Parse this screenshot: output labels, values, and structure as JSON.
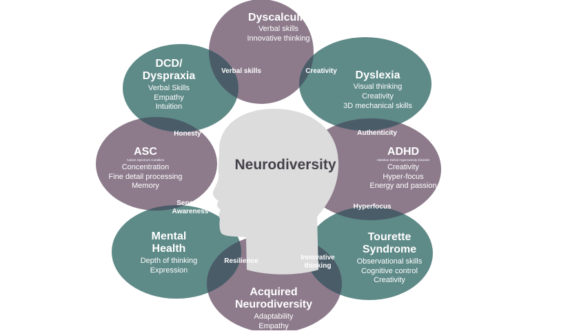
{
  "colors": {
    "purple": "#8d7b8c",
    "teal": "#5e8a88",
    "overlap": "#4a5c68",
    "head": "#dcdcdc",
    "text": "#ffffff",
    "center_text": "#45414a"
  },
  "center": {
    "label": "Neurodiversity"
  },
  "petals": [
    {
      "id": "dyscalculia",
      "title": [
        "Dyscalculia"
      ],
      "traits": [
        "Verbal skills",
        "Innovative thinking"
      ]
    },
    {
      "id": "dyslexia",
      "title": [
        "Dyslexia"
      ],
      "traits": [
        "Visual thinking",
        "Creativity",
        "3D mechanical skills"
      ]
    },
    {
      "id": "adhd",
      "title": [
        "ADHD"
      ],
      "subtitle": "Attention Deficit Hyperactivity Disorder",
      "traits": [
        "Creativity",
        "Hyper-focus",
        "Energy and passion"
      ]
    },
    {
      "id": "tourette",
      "title": [
        "Tourette",
        "Syndrome"
      ],
      "traits": [
        "Observational skills",
        "Cognitive control",
        "Creativity"
      ]
    },
    {
      "id": "acquired",
      "title": [
        "Acquired",
        "Neurodiversity"
      ],
      "traits": [
        "Adaptability",
        "Empathy"
      ]
    },
    {
      "id": "mental-health",
      "title": [
        "Mental",
        "Health"
      ],
      "traits": [
        "Depth of thinking",
        "Expression"
      ]
    },
    {
      "id": "asc",
      "title": [
        "ASC"
      ],
      "subtitle": "Autism Spectrum Condition",
      "traits": [
        "Concentration",
        "Fine detail processing",
        "Memory"
      ]
    },
    {
      "id": "dcd",
      "title": [
        "DCD/",
        "Dyspraxia"
      ],
      "traits": [
        "Verbal Skills",
        "Empathy",
        "Intuition"
      ]
    }
  ],
  "overlaps": [
    {
      "id": "verbal-skills",
      "lines": [
        "Verbal skills"
      ]
    },
    {
      "id": "creativity",
      "lines": [
        "Creativity"
      ]
    },
    {
      "id": "authenticity",
      "lines": [
        "Authenticity"
      ]
    },
    {
      "id": "hyperfocus",
      "lines": [
        "Hyperfocus"
      ]
    },
    {
      "id": "innovative-thinking",
      "lines": [
        "Innovative",
        "thinking"
      ]
    },
    {
      "id": "resilience",
      "lines": [
        "Resilience"
      ]
    },
    {
      "id": "sensory-awareness",
      "lines": [
        "Sensory",
        "Awareness"
      ]
    },
    {
      "id": "honesty",
      "lines": [
        "Honesty"
      ]
    }
  ]
}
